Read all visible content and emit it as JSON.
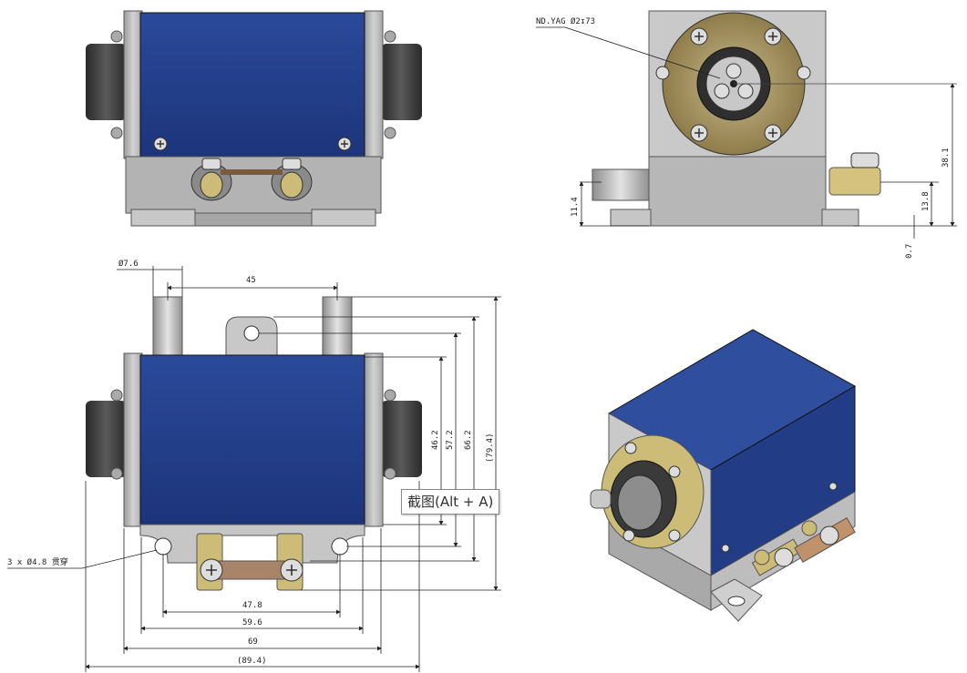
{
  "annotations": {
    "laser_medium": "ND.YAG",
    "bore_spec": "Ø2↧73",
    "fluid_port_diameter": "Ø7.6",
    "mounting_holes": "3 x Ø4.8 贯穿"
  },
  "dimensions": {
    "front": {
      "height_total": "38.1",
      "port_height": "13.8",
      "left_port_height": "11.4",
      "base_offset": "0.7"
    },
    "top": {
      "port_spacing": "45",
      "h1": "46.2",
      "h2": "57.2",
      "h3": "66.2",
      "h4": "(79.4)",
      "w1": "47.8",
      "w2": "59.6",
      "w3": "69",
      "w4": "(89.4)"
    }
  },
  "tooltip": {
    "label": "截图(Alt + A)"
  },
  "colors": {
    "housing_blue": "#24418f",
    "metal_gray": "#b9b9b9",
    "dark_connector": "#3a3a3a",
    "brass": "#cdbb78",
    "copper": "#c0926b"
  }
}
